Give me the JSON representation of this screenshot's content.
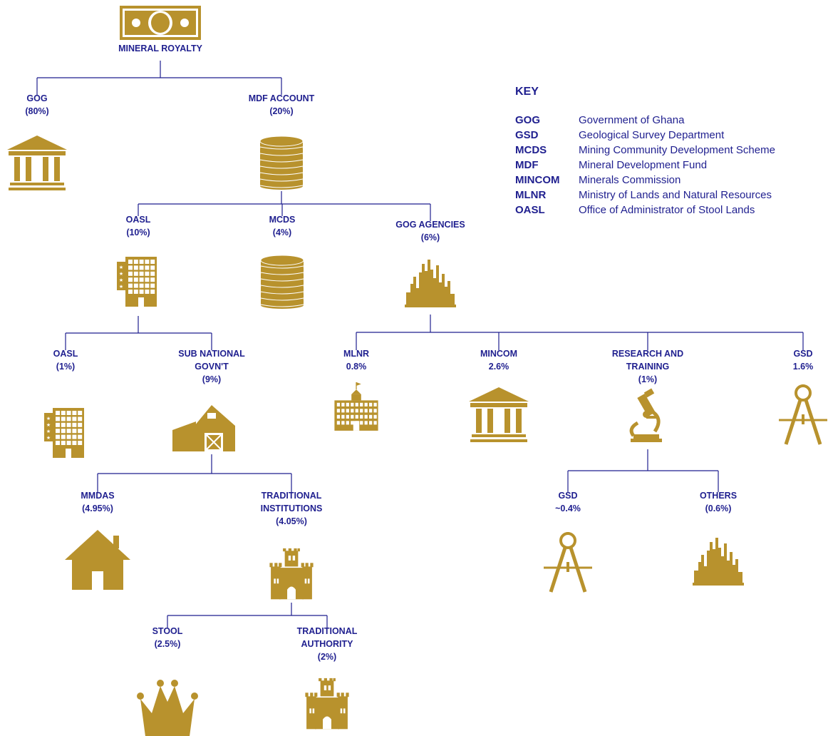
{
  "colors": {
    "icon": "#b8922d",
    "text": "#1f1f8f",
    "line": "#1f1f8f"
  },
  "nodes": {
    "mineral_royalty": {
      "lines": [
        "MINERAL ROYALTY"
      ],
      "icon": "banknote-icon"
    },
    "gog": {
      "lines": [
        "GOG",
        "(80%)"
      ],
      "icon": "government-building-icon"
    },
    "mdf_account": {
      "lines": [
        "MDF ACCOUNT",
        "(20%)"
      ],
      "icon": "coin-stack-icon"
    },
    "oasl_10": {
      "lines": [
        "OASL",
        "(10%)"
      ],
      "icon": "office-building-icon"
    },
    "mcds": {
      "lines": [
        "MCDS",
        "(4%)"
      ],
      "icon": "coin-stack-icon"
    },
    "gog_agencies": {
      "lines": [
        "GOG AGENCIES",
        "(6%)"
      ],
      "icon": "city-skyline-icon"
    },
    "oasl_1": {
      "lines": [
        "OASL",
        "(1%)"
      ],
      "icon": "office-building-icon"
    },
    "sub_national": {
      "lines": [
        "SUB NATIONAL",
        "GOVN'T",
        "(9%)"
      ],
      "icon": "barn-icon"
    },
    "mlnr": {
      "lines": [
        "MLNR",
        "0.8%"
      ],
      "icon": "school-building-icon"
    },
    "mincom": {
      "lines": [
        "MINCOM",
        "2.6%"
      ],
      "icon": "government-building-icon"
    },
    "research_training": {
      "lines": [
        "RESEARCH AND",
        "TRAINING",
        "(1%)"
      ],
      "icon": "microscope-icon"
    },
    "gsd_top": {
      "lines": [
        "GSD",
        "1.6%"
      ],
      "icon": "compass-icon"
    },
    "mmdas": {
      "lines": [
        "MMDAS",
        "(4.95%)"
      ],
      "icon": "house-icon"
    },
    "traditional_institutions": {
      "lines": [
        "TRADITIONAL",
        "INSTITUTIONS",
        "(4.05%)"
      ],
      "icon": "castle-icon"
    },
    "gsd_sub": {
      "lines": [
        "GSD",
        "~0.4%"
      ],
      "icon": "compass-icon"
    },
    "others": {
      "lines": [
        "OTHERS",
        "(0.6%)"
      ],
      "icon": "city-skyline-icon"
    },
    "stool": {
      "lines": [
        "STOOL",
        "(2.5%)"
      ],
      "icon": "crown-icon"
    },
    "traditional_authority": {
      "lines": [
        "TRADITIONAL",
        "AUTHORITY",
        "(2%)"
      ],
      "icon": "castle-icon"
    }
  },
  "edges": [
    [
      "mineral_royalty",
      "gog"
    ],
    [
      "mineral_royalty",
      "mdf_account"
    ],
    [
      "mdf_account",
      "oasl_10"
    ],
    [
      "mdf_account",
      "mcds"
    ],
    [
      "mdf_account",
      "gog_agencies"
    ],
    [
      "oasl_10",
      "oasl_1"
    ],
    [
      "oasl_10",
      "sub_national"
    ],
    [
      "gog_agencies",
      "mlnr"
    ],
    [
      "gog_agencies",
      "mincom"
    ],
    [
      "gog_agencies",
      "research_training"
    ],
    [
      "gog_agencies",
      "gsd_top"
    ],
    [
      "sub_national",
      "mmdas"
    ],
    [
      "sub_national",
      "traditional_institutions"
    ],
    [
      "research_training",
      "gsd_sub"
    ],
    [
      "research_training",
      "others"
    ],
    [
      "traditional_institutions",
      "stool"
    ],
    [
      "traditional_institutions",
      "traditional_authority"
    ]
  ],
  "key": {
    "title": "KEY",
    "entries": [
      {
        "abbr": "GOG",
        "definition": "Government of Ghana"
      },
      {
        "abbr": "GSD",
        "definition": "Geological Survey Department"
      },
      {
        "abbr": "MCDS",
        "definition": "Mining Community Development Scheme"
      },
      {
        "abbr": "MDF",
        "definition": "Mineral Development Fund"
      },
      {
        "abbr": "MINCOM",
        "definition": "Minerals Commission"
      },
      {
        "abbr": "MLNR",
        "definition": "Ministry of Lands and Natural Resources"
      },
      {
        "abbr": "OASL",
        "definition": "Office of Administrator of Stool Lands"
      }
    ]
  }
}
